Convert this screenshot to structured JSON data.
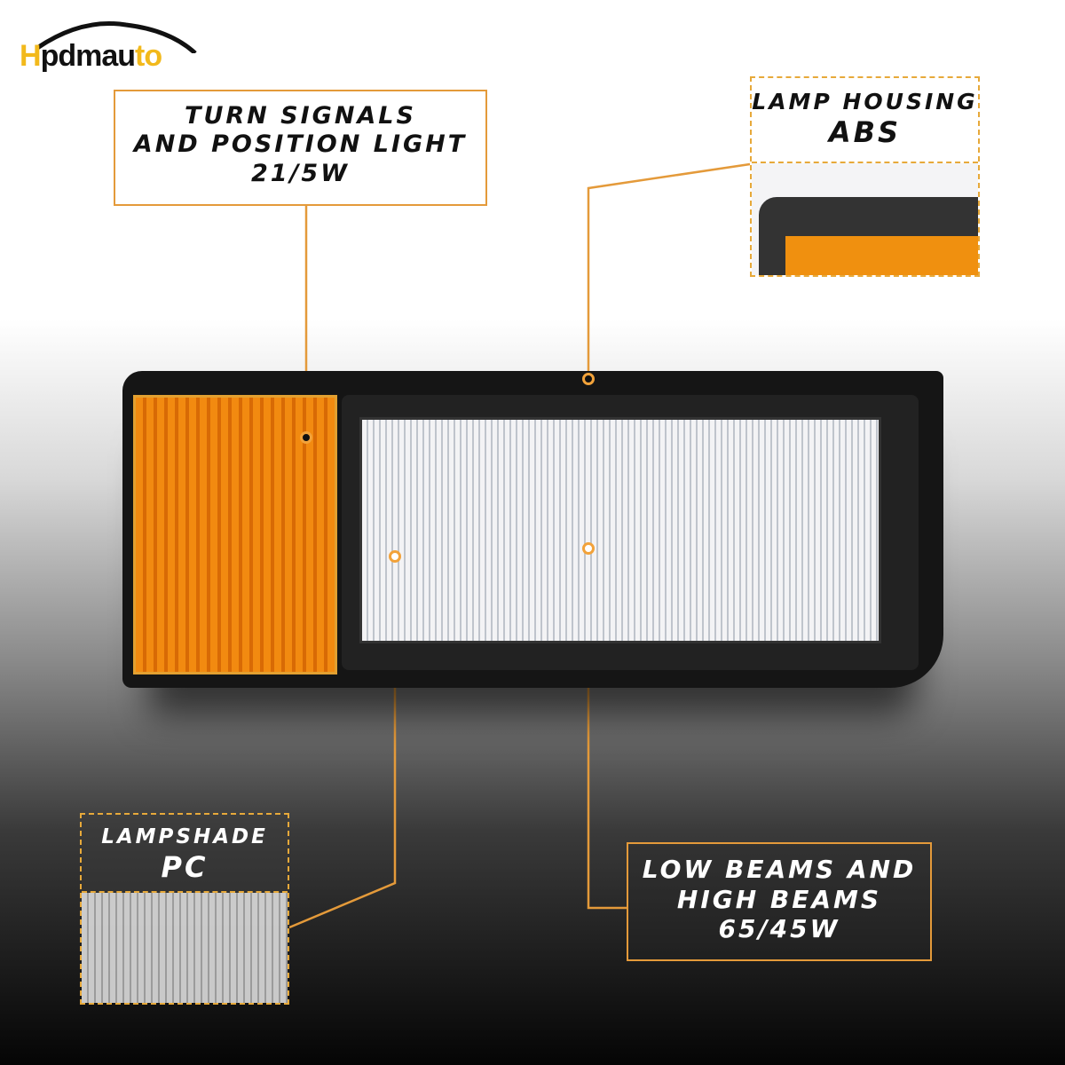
{
  "brand": {
    "logo": "Hpdmauto",
    "logo_primary": "Hpdm",
    "logo_secondary": "au",
    "logo_tail": "to"
  },
  "callouts": {
    "turn_signals": {
      "line1": "TURN SIGNALS",
      "line2": "AND POSITION LIGHT",
      "line3": "21/5W"
    },
    "lamp_housing": {
      "line1": "LAMP HOUSING",
      "line2": "ABS"
    },
    "lampshade": {
      "line1": "LAMPSHADE",
      "line2": "PC"
    },
    "beams": {
      "line1": "LOW BEAMS AND",
      "line2": "HIGH BEAMS",
      "line3": "65/45W"
    }
  },
  "colors": {
    "accent": "#e49a3a",
    "logo_yellow": "#f2b91c",
    "amber": "#f08a10"
  }
}
